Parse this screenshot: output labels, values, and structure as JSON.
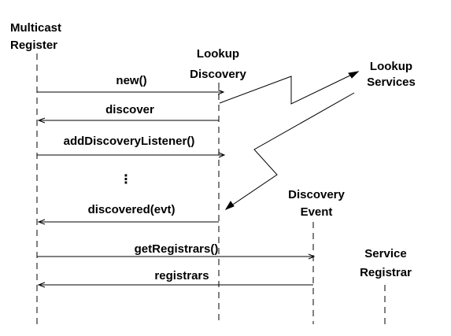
{
  "participants": {
    "multicast_register": [
      "Multicast",
      "Register"
    ],
    "lookup_discovery": [
      "Lookup",
      "Discovery"
    ],
    "lookup_services": [
      "Lookup",
      "Services"
    ],
    "discovery_event": [
      "Discovery",
      "Event"
    ],
    "service_registrar": [
      "Service",
      "Registrar"
    ]
  },
  "messages": {
    "new": "new()",
    "discover": "discover",
    "add_listener": "addDiscoveryListener()",
    "ellipsis": "⋮",
    "discovered": "discovered(evt)",
    "get_registrars": "getRegistrars()",
    "registrars": "registrars"
  }
}
